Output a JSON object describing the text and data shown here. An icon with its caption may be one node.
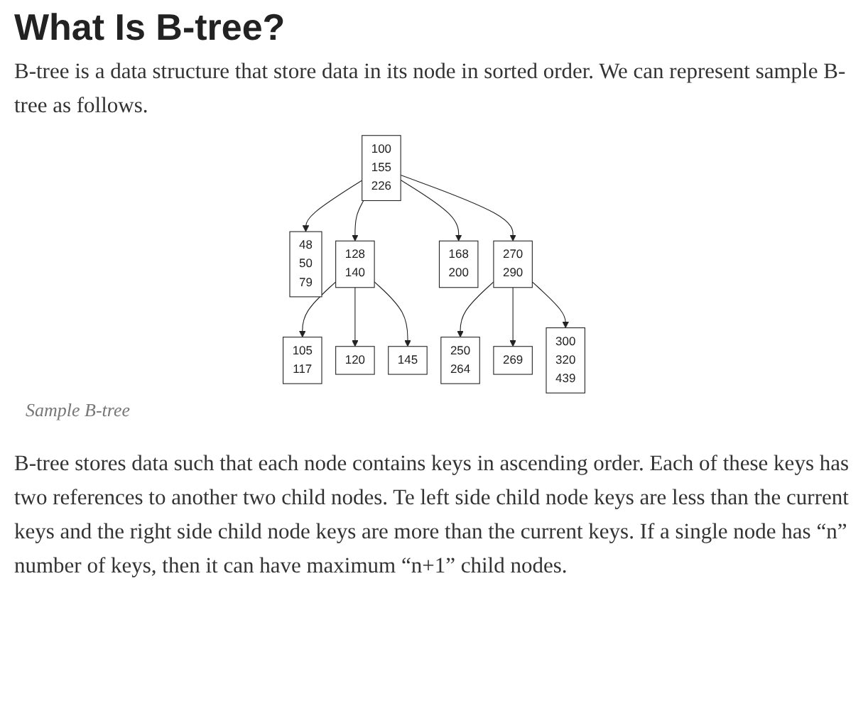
{
  "diagram": {
    "title": "What Is B-tree?",
    "caption": "Sample B-tree",
    "nodes": [
      {
        "text": [
          "100",
          "155",
          "226"
        ]
      },
      {
        "text": [
          "48",
          "50",
          "79"
        ]
      },
      {
        "text": [
          "128",
          "140"
        ]
      },
      {
        "text": [
          "168",
          "200"
        ]
      },
      {
        "text": [
          "270",
          "290"
        ]
      },
      {
        "text": [
          "105",
          "117"
        ]
      },
      {
        "text": [
          "120"
        ]
      },
      {
        "text": [
          "145"
        ]
      },
      {
        "text": [
          "250",
          "264"
        ]
      },
      {
        "text": [
          "269"
        ]
      },
      {
        "text": [
          "300",
          "320",
          "439"
        ]
      }
    ],
    "edges": [
      {
        "from": 0,
        "to": 1,
        "arrow": "to"
      },
      {
        "from": 0,
        "to": 2,
        "arrow": "to"
      },
      {
        "from": 0,
        "to": 3,
        "arrow": "to"
      },
      {
        "from": 0,
        "to": 4,
        "arrow": "to"
      },
      {
        "from": 2,
        "to": 5,
        "arrow": "to"
      },
      {
        "from": 2,
        "to": 6,
        "arrow": "to"
      },
      {
        "from": 2,
        "to": 7,
        "arrow": "to"
      },
      {
        "from": 4,
        "to": 8,
        "arrow": "to"
      },
      {
        "from": 4,
        "to": 9,
        "arrow": "to"
      },
      {
        "from": 4,
        "to": 10,
        "arrow": "to"
      }
    ],
    "labels": [
      "B-tree is a data structure that store data in its node in sorted order. We can represent sample B-tree as follows.",
      "B-tree stores data such that each node contains keys in ascending order. Each of these keys has two references to another two child nodes. Te left side child node keys are less than the current keys and the right side child node keys are more than the current keys. If a single node has “n” number of keys, then it can have maximum “n+1” child nodes."
    ]
  }
}
